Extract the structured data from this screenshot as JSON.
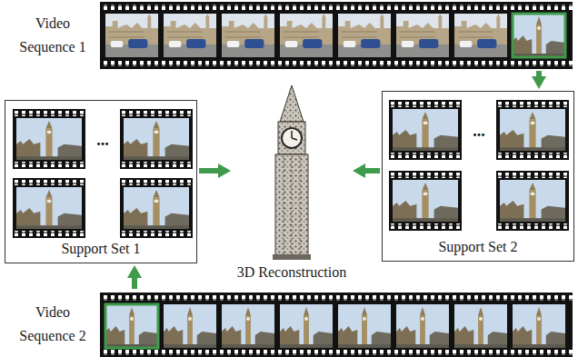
{
  "diagram": {
    "nodes": [
      {
        "text": [
          "Video Sequence 1"
        ]
      },
      {
        "text": [
          "Support Set 1"
        ]
      },
      {
        "text": [
          "Support Set 2"
        ]
      },
      {
        "text": [
          "3D Reconstruction"
        ]
      },
      {
        "text": [
          "Video Sequence 2"
        ]
      }
    ],
    "edges": [
      {
        "from": 0,
        "to": 2,
        "arrow": "to"
      },
      {
        "from": 1,
        "to": 3,
        "arrow": "to"
      },
      {
        "from": 2,
        "to": 3,
        "arrow": "to"
      },
      {
        "from": 4,
        "to": 1,
        "arrow": "to"
      }
    ],
    "labels": [
      "...",
      "..."
    ]
  }
}
